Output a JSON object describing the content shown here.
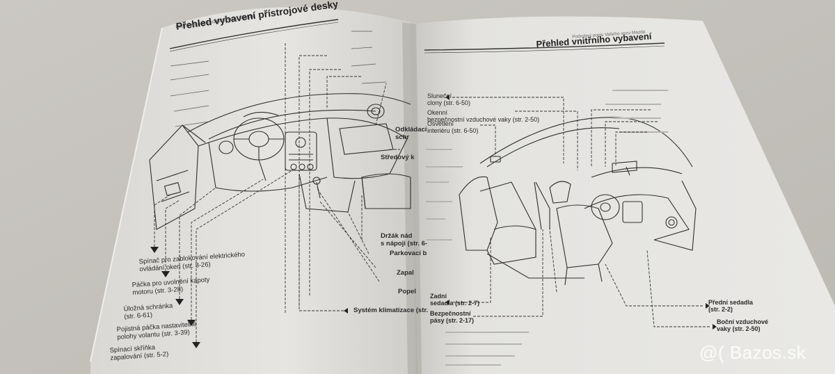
{
  "watermark": "@( Bazos.sk",
  "left_page": {
    "header_small": "Podrobný popis Vašeho vozu Mazda",
    "title": "Přehled vybavení přístrojové desky",
    "callouts_left": [
      "Spínač pro zablokování elektrického\novládání oken (str. 3-26)",
      "Páčka pro uvolnění kapoty\nmotoru (str. 3-28)",
      "Úložná schránka\n(str. 6-61)",
      "Pojistná páčka nastavitelné\npolohy volantu (str. 3-39)",
      "Spínací skříňka\nzapalování (str. 5-2)"
    ],
    "callouts_right": [
      "Odkládací\nschr",
      "Středový k",
      "Držák nád\ns nápoji (str. 6-",
      "Parkovací b",
      "Zapal",
      "Popel",
      "Systém klimatizace (str."
    ]
  },
  "right_page": {
    "header_small": "Podrobný popis Vašeho vozu Mazda",
    "title": "Přehled vnitřního vybavení",
    "callouts_left": [
      "Sluneční\nclony (str. 6-50)",
      "Okenní\nbezpečnostní vzduchové vaky (str. 2-50)",
      "Osvětlení\ninteriéru (str. 6-50)",
      "Zadní\nsedadla (str. 2-7)",
      "Bezpečnostní\npásy (str. 2-17)"
    ],
    "callouts_right": [
      "Přední sedadla\n(str. 2-2)",
      "Boční vzduchové\nvaky (str. 2-50)"
    ]
  }
}
